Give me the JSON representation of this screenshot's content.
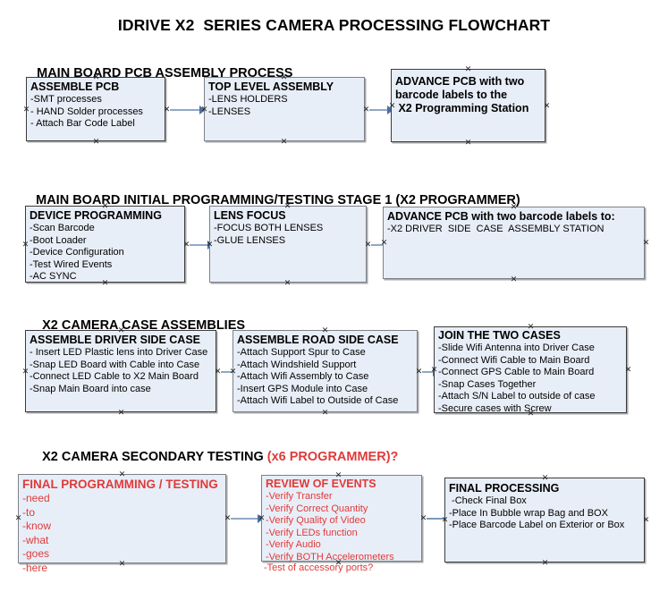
{
  "document": {
    "title": "IDRIVE X2  SERIES CAMERA PROCESSING FLOWCHART",
    "accent_color": "#e03a3a",
    "box_fill": "#e8eef7",
    "connector_color": "#8fa8c8"
  },
  "sections": [
    {
      "id": "main-board-pcb-assembly-process",
      "heading": "MAIN BOARD PCB ASSEMBLY PROCESS",
      "heading_accent": "",
      "boxes": [
        {
          "id": "assemble-pcb",
          "title": "ASSEMBLE PCB",
          "lines": [
            "-SMT processes",
            "- HAND Solder processes",
            "- Attach Bar Code Label"
          ]
        },
        {
          "id": "top-level-assembly",
          "title": "TOP LEVEL ASSEMBLY",
          "lines": [
            "-LENS HOLDERS",
            "-LENSES"
          ]
        },
        {
          "id": "advance-pcb-x2-programming-station",
          "title": "ADVANCE PCB with two",
          "title_lines": [
            "ADVANCE PCB with two",
            "barcode labels to the",
            " X2 Programming Station"
          ],
          "lines": []
        }
      ]
    },
    {
      "id": "main-board-initial-programming",
      "heading": "MAIN BOARD INITIAL PROGRAMMING/TESTING STAGE 1 (X2 PROGRAMMER)",
      "heading_accent": "",
      "boxes": [
        {
          "id": "device-programming",
          "title": "DEVICE PROGRAMMING",
          "lines": [
            "-Scan Barcode",
            "-Boot Loader",
            "-Device Configuration",
            "-Test Wired Events",
            "-AC SYNC"
          ]
        },
        {
          "id": "lens-focus",
          "title": "LENS FOCUS",
          "lines": [
            "-FOCUS BOTH LENSES",
            "-GLUE LENSES"
          ]
        },
        {
          "id": "advance-pcb-driver-side-case",
          "title": "ADVANCE PCB with two barcode labels to:",
          "lines": [
            "-X2 DRIVER  SIDE  CASE  ASSEMBLY STATION"
          ]
        }
      ]
    },
    {
      "id": "x2-camera-case-assemblies",
      "heading": "X2 CAMERA CASE ASSEMBLIES",
      "heading_accent": "",
      "boxes": [
        {
          "id": "assemble-driver-side-case",
          "title": "ASSEMBLE DRIVER SIDE CASE",
          "lines": [
            "- Insert LED Plastic lens into Driver Case",
            "-Snap LED Board with Cable into Case",
            "-Connect LED Cable to X2 Main Board",
            "-Snap Main Board into case"
          ]
        },
        {
          "id": "assemble-road-side-case",
          "title": "ASSEMBLE ROAD SIDE CASE",
          "lines": [
            "-Attach Support Spur to Case",
            "-Attach Windshield Support",
            "-Attach Wifi Assembly to Case",
            "-Insert GPS Module into Case",
            "-Attach Wifi Label to Outside of Case"
          ]
        },
        {
          "id": "join-the-two-cases",
          "title": "JOIN THE TWO CASES",
          "lines": [
            "-Slide Wifi Antenna into Driver Case",
            "-Connect Wifi Cable to Main Board",
            "-Connect GPS Cable to Main Board",
            "-Snap Cases Together",
            "-Attach S/N Label to outside of case",
            "-Secure cases with Screw"
          ]
        }
      ]
    },
    {
      "id": "x2-camera-secondary-testing",
      "heading": "X2 CAMERA SECONDARY TESTING ",
      "heading_accent": "(x6 PROGRAMMER)?",
      "boxes": [
        {
          "id": "final-programming-testing",
          "title": "FINAL PROGRAMMING / TESTING",
          "lines": [
            "-need",
            "-to",
            "-know",
            "-what",
            "-goes",
            "-here"
          ]
        },
        {
          "id": "review-of-events",
          "title": "REVIEW OF EVENTS",
          "lines": [
            "-Verify Transfer",
            "-Verify Correct Quantity",
            "-Verify Quality of Video",
            "-Verify LEDs function",
            "-Verify Audio",
            "-Verify BOTH Accelerometers"
          ],
          "overflow_line": "-Test of accessory ports?"
        },
        {
          "id": "final-processing",
          "title": "FINAL PROCESSING",
          "lines": [
            " -Check Final Box",
            "-Place In Bubble wrap Bag and BOX",
            "-Place Barcode Label on Exterior or Box"
          ]
        }
      ]
    }
  ]
}
